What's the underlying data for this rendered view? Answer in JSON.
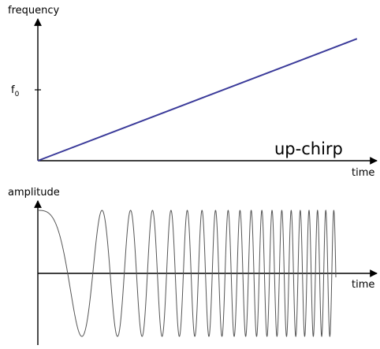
{
  "colors": {
    "frequency_line": "#3b3b9a",
    "waveform": "#555555",
    "axis": "#000000"
  },
  "chart_data": [
    {
      "type": "line",
      "title": "up-chirp",
      "xlabel": "time",
      "ylabel": "frequency",
      "ytick_label_base": "f",
      "ytick_label_sub": "0",
      "ytick_value": 0.47,
      "xlim": [
        0,
        1
      ],
      "ylim": [
        0,
        1
      ],
      "series": [
        {
          "x": [
            0,
            0.92
          ],
          "y": [
            0,
            0.86
          ]
        }
      ]
    },
    {
      "type": "line",
      "title": "",
      "xlabel": "time",
      "ylabel": "amplitude",
      "xlim": [
        0,
        1
      ],
      "ylim": [
        -1,
        1
      ],
      "waveform": "cos(2*pi*(f0*t + 0.5*k*t^2))",
      "start_cycles_per_unit": 0.7,
      "chirp_rate": 46,
      "x_end": 0.9,
      "amplitude": 1
    }
  ]
}
